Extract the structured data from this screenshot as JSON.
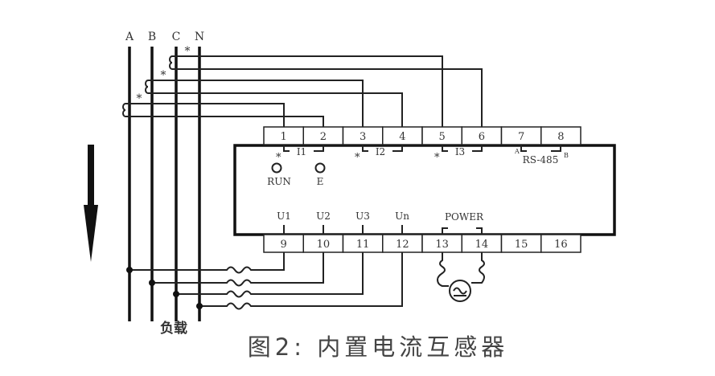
{
  "phases": [
    "A",
    "B",
    "C",
    "N"
  ],
  "top_terminals": [
    "1",
    "2",
    "3",
    "4",
    "5",
    "6",
    "7",
    "8"
  ],
  "bottom_terminals": [
    "9",
    "10",
    "11",
    "12",
    "13",
    "14",
    "15",
    "16"
  ],
  "current_labels": [
    "I1",
    "I2",
    "I3"
  ],
  "star": "*",
  "rs485": {
    "label": "RS-485",
    "a": "A",
    "b": "B"
  },
  "indicators": [
    {
      "label": "RUN"
    },
    {
      "label": "E"
    }
  ],
  "voltage_labels": [
    "U1",
    "U2",
    "U3",
    "Un"
  ],
  "power_label": "POWER",
  "load_label": "负载",
  "caption": "图2: 内置电流互感器"
}
